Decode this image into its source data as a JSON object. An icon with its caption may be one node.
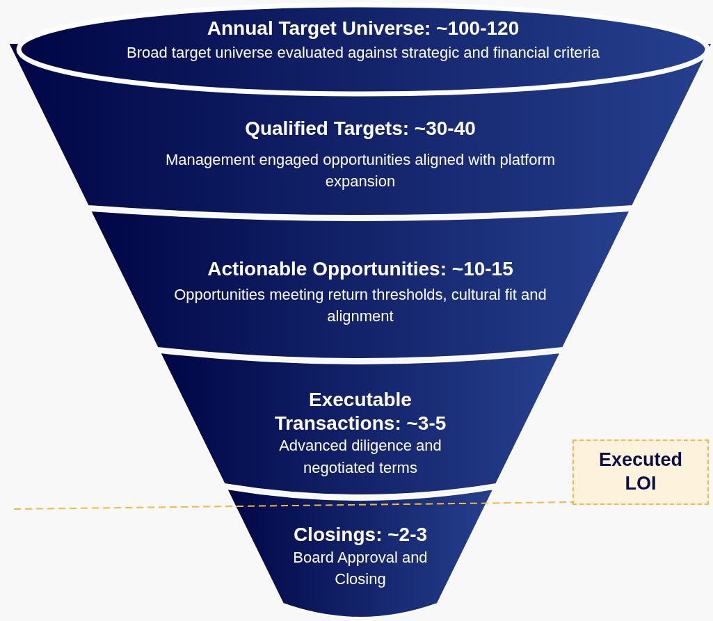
{
  "diagram": {
    "nodes": [
      {
        "text": [
          "Annual Target Universe: ~100-120",
          "Broad target universe evaluated against strategic and financial criteria"
        ]
      },
      {
        "text": [
          "Qualified Targets: ~30-40",
          "Management engaged opportunities aligned with platform expansion"
        ]
      },
      {
        "text": [
          "Actionable Opportunities: ~10-15",
          "Opportunities meeting return thresholds, cultural fit and alignment"
        ]
      },
      {
        "text": [
          "Executable Transactions: ~3-5",
          "Advanced diligence and negotiated terms"
        ]
      },
      {
        "text": [
          "Closings: ~2-3",
          "Board Approval and Closing"
        ]
      },
      {
        "text": [
          "Executed LOI"
        ]
      }
    ],
    "edges": [
      {
        "from": null,
        "to": 5,
        "arrow": "none",
        "style": "dashed",
        "color": "#f4b83a"
      }
    ]
  }
}
